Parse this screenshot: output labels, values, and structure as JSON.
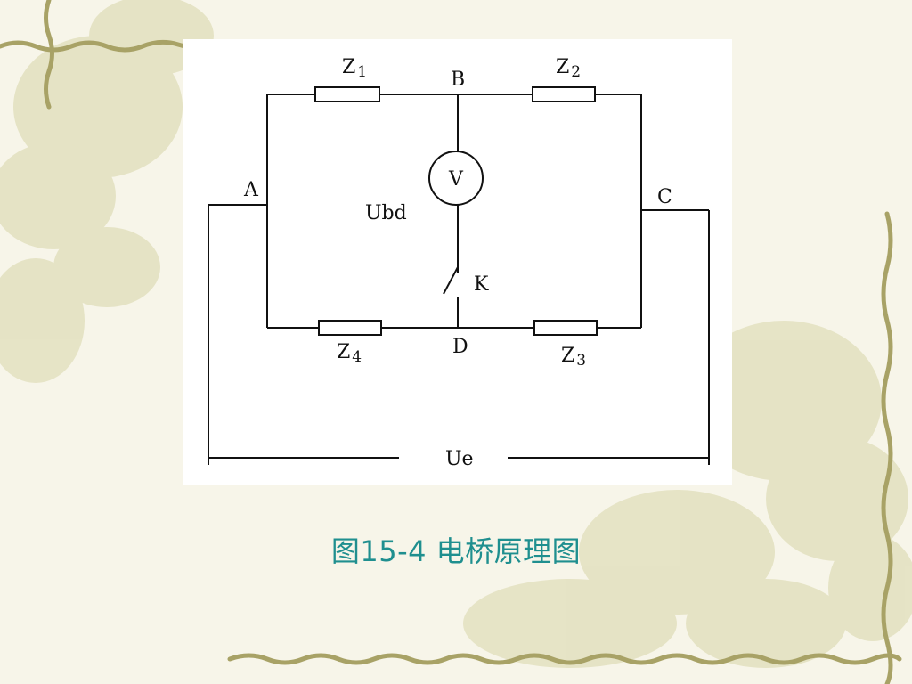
{
  "diagram": {
    "nodes": {
      "a": "A",
      "b": "B",
      "c": "C",
      "d": "D"
    },
    "impedances": {
      "z1": {
        "base": "Z",
        "sub": "1"
      },
      "z2": {
        "base": "Z",
        "sub": "2"
      },
      "z3": {
        "base": "Z",
        "sub": "3"
      },
      "z4": {
        "base": "Z",
        "sub": "4"
      }
    },
    "voltmeter": "V",
    "bridge_voltage": "Ubd",
    "switch": "K",
    "supply_voltage": "Ue"
  },
  "caption": "图15-4 电桥原理图",
  "colors": {
    "caption": "#1f8f8f",
    "vine": "#a8a266",
    "floral": "#dcdab4",
    "background": "#f7f5e9",
    "line": "#111111"
  }
}
